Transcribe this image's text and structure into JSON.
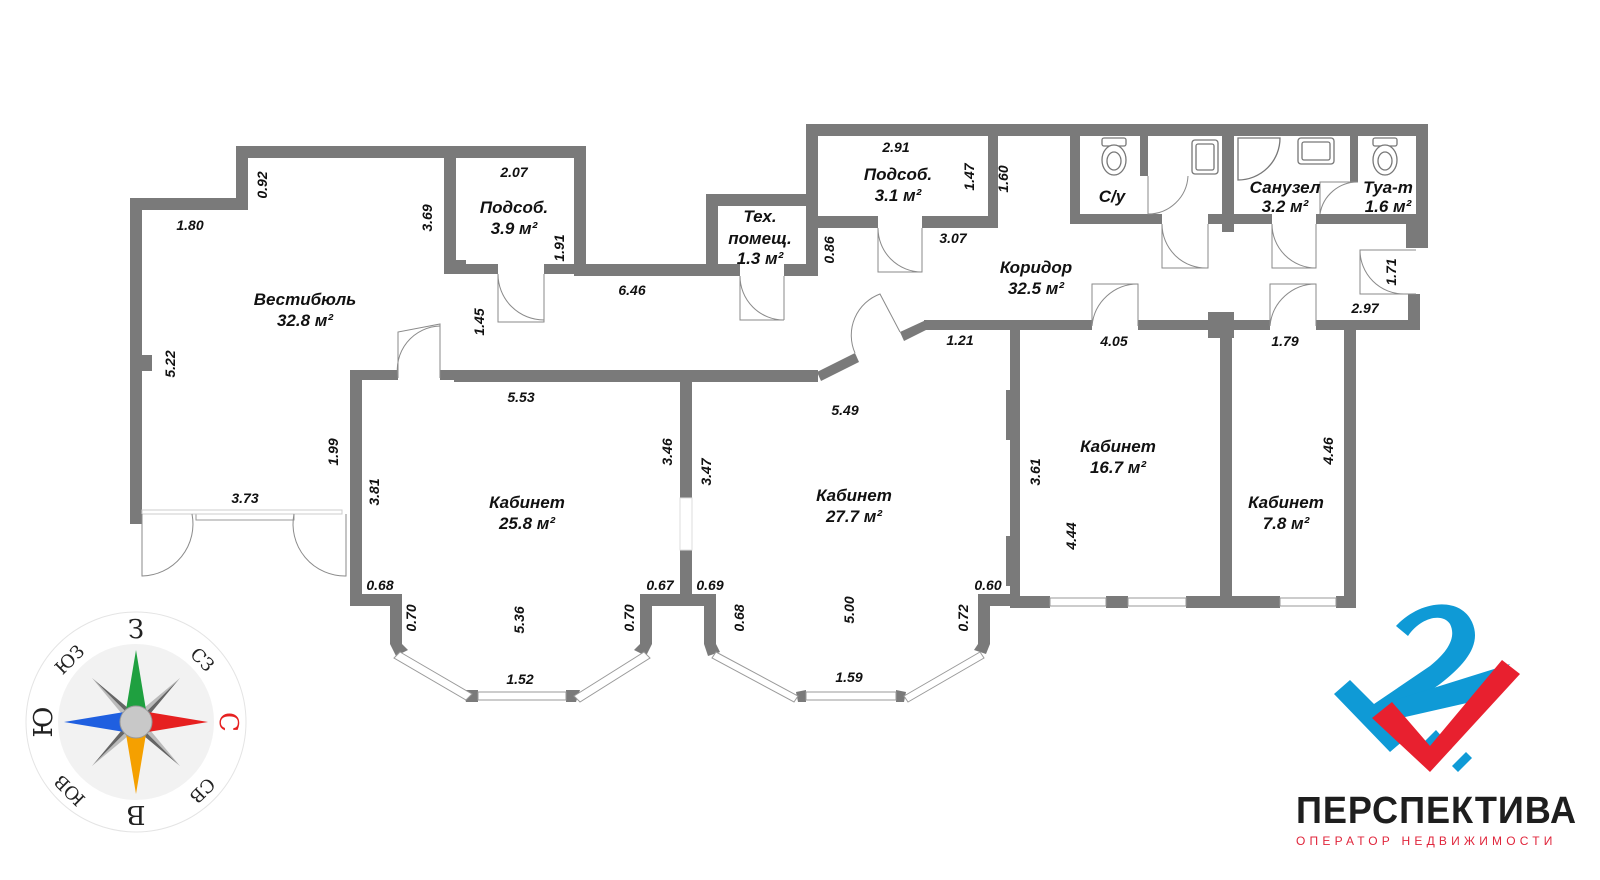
{
  "rooms": [
    {
      "id": "vestibule",
      "name": "Вестибюль",
      "area": "32.8 м²"
    },
    {
      "id": "utility1",
      "name": "Подсоб.",
      "area": "3.9 м²"
    },
    {
      "id": "tech",
      "name_line1": "Тех.",
      "name_line2": "помещ.",
      "area": "1.3 м²"
    },
    {
      "id": "utility2",
      "name": "Подсоб.",
      "area": "3.1 м²"
    },
    {
      "id": "corridor",
      "name": "Коридор",
      "area": "32.5 м²"
    },
    {
      "id": "wc1",
      "name": "С/у"
    },
    {
      "id": "bathroom",
      "name": "Санузел",
      "area": "3.2 м²"
    },
    {
      "id": "toilet",
      "name": "Туа-т",
      "area": "1.6 м²"
    },
    {
      "id": "office1",
      "name": "Кабинет",
      "area": "25.8 м²"
    },
    {
      "id": "office2",
      "name": "Кабинет",
      "area": "27.7 м²"
    },
    {
      "id": "office3",
      "name": "Кабинет",
      "area": "16.7 м²"
    },
    {
      "id": "office4",
      "name": "Кабинет",
      "area": "7.8 м²"
    }
  ],
  "dimensions": {
    "d092": "0.92",
    "d180": "1.80",
    "d369": "3.69",
    "d207": "2.07",
    "d191": "1.91",
    "d145": "1.45",
    "d522": "5.22",
    "d646": "6.46",
    "d086": "0.86",
    "d291": "2.91",
    "d147": "1.47",
    "d160": "1.60",
    "d307": "3.07",
    "d121": "1.21",
    "d405": "4.05",
    "d179": "1.79",
    "d171": "1.71",
    "d297": "2.97",
    "d553": "5.53",
    "d549": "5.49",
    "d199": "1.99",
    "d381": "3.81",
    "d373": "3.73",
    "d346": "3.46",
    "d347": "3.47",
    "d361": "3.61",
    "d444": "4.44",
    "d446": "4.46",
    "d068a": "0.68",
    "d070a": "0.70",
    "d536": "5.36",
    "d070b": "0.70",
    "d067": "0.67",
    "d152": "1.52",
    "d069": "0.69",
    "d068b": "0.68",
    "d500": "5.00",
    "d072": "0.72",
    "d060": "0.60",
    "d159": "1.59"
  },
  "compass": {
    "top": "З",
    "right": "С",
    "bottom": "В",
    "left": "Ю",
    "top_right": "СЗ",
    "top_left": "ЮЗ",
    "bottom_right": "СВ",
    "bottom_left": "ЮВ",
    "colors": {
      "north": "#e62020",
      "west": "#1fa040",
      "south": "#1f5fe0",
      "east": "#f5a000"
    }
  },
  "brand": {
    "name": "ПЕРСПЕКТИВА",
    "tagline": "ОПЕРАТОР НЕДВИЖИМОСТИ",
    "colors": {
      "blue": "#0f9ad6",
      "red": "#e8202f",
      "text": "#1e1e1e"
    }
  }
}
